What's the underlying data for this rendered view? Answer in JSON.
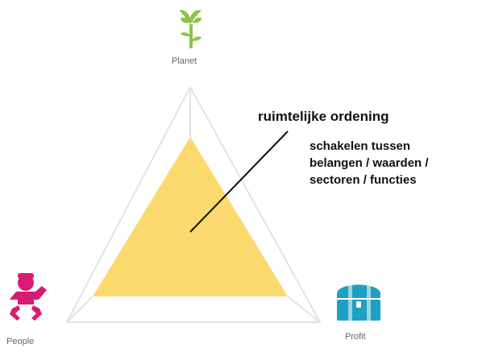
{
  "vertices": {
    "planet": {
      "label": "Planet",
      "icon": "plant-sprout-icon"
    },
    "people": {
      "label": "People",
      "icon": "baby-icon"
    },
    "profit": {
      "label": "Profit",
      "icon": "treasure-chest-icon"
    }
  },
  "annotation": {
    "title": "ruimtelijke ordening",
    "lines": [
      "schakelen tussen",
      "belangen / waarden /",
      "sectoren / functies"
    ]
  },
  "colors": {
    "fill": "#fcd96e",
    "outline": "#e2e2e2",
    "plant": "#8bc34a",
    "baby": "#d81b73",
    "chest": "#1e9fc5"
  }
}
